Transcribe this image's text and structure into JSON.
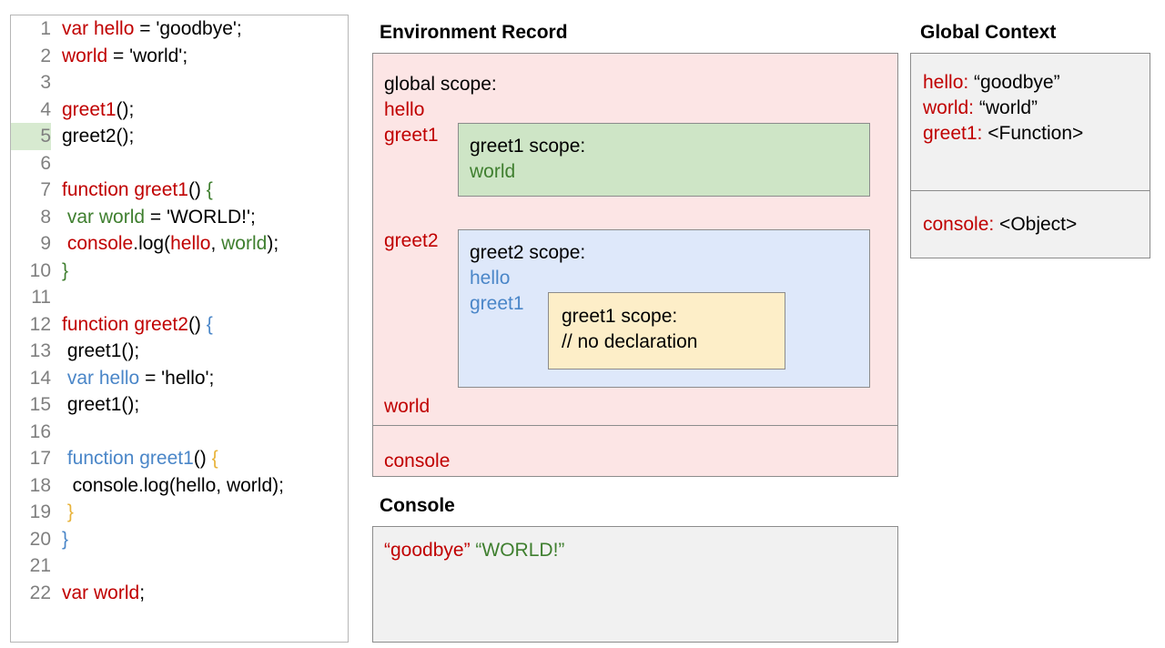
{
  "code_panel": {
    "lines": [
      {
        "num": "1",
        "highlight": false,
        "tokens": [
          {
            "t": "var hello",
            "c": "red"
          },
          {
            "t": " = 'goodbye';",
            "c": "black"
          }
        ]
      },
      {
        "num": "2",
        "highlight": false,
        "tokens": [
          {
            "t": "world",
            "c": "red"
          },
          {
            "t": " = 'world';",
            "c": "black"
          }
        ]
      },
      {
        "num": "3",
        "highlight": false,
        "tokens": []
      },
      {
        "num": "4",
        "highlight": false,
        "tokens": [
          {
            "t": "greet1",
            "c": "red"
          },
          {
            "t": "();",
            "c": "black"
          }
        ]
      },
      {
        "num": "5",
        "highlight": true,
        "tokens": [
          {
            "t": "greet2();",
            "c": "black"
          }
        ]
      },
      {
        "num": "6",
        "highlight": false,
        "tokens": []
      },
      {
        "num": "7",
        "highlight": false,
        "tokens": [
          {
            "t": "function greet1",
            "c": "red"
          },
          {
            "t": "() ",
            "c": "black"
          },
          {
            "t": "{",
            "c": "green"
          }
        ]
      },
      {
        "num": "8",
        "highlight": false,
        "tokens": [
          {
            "t": " ",
            "c": "black"
          },
          {
            "t": "var world",
            "c": "green"
          },
          {
            "t": " = 'WORLD!';",
            "c": "black"
          }
        ]
      },
      {
        "num": "9",
        "highlight": false,
        "tokens": [
          {
            "t": " ",
            "c": "black"
          },
          {
            "t": "console",
            "c": "red"
          },
          {
            "t": ".log(",
            "c": "black"
          },
          {
            "t": "hello",
            "c": "red"
          },
          {
            "t": ", ",
            "c": "black"
          },
          {
            "t": "world",
            "c": "green"
          },
          {
            "t": ");",
            "c": "black"
          }
        ]
      },
      {
        "num": "10",
        "highlight": false,
        "tokens": [
          {
            "t": "}",
            "c": "green"
          }
        ]
      },
      {
        "num": "11",
        "highlight": false,
        "tokens": []
      },
      {
        "num": "12",
        "highlight": false,
        "tokens": [
          {
            "t": "function greet2",
            "c": "red"
          },
          {
            "t": "() ",
            "c": "black"
          },
          {
            "t": "{",
            "c": "blue"
          }
        ]
      },
      {
        "num": "13",
        "highlight": false,
        "tokens": [
          {
            "t": " greet1();",
            "c": "black"
          }
        ]
      },
      {
        "num": "14",
        "highlight": false,
        "tokens": [
          {
            "t": " ",
            "c": "black"
          },
          {
            "t": "var hello",
            "c": "blue"
          },
          {
            "t": " = 'hello';",
            "c": "black"
          }
        ]
      },
      {
        "num": "15",
        "highlight": false,
        "tokens": [
          {
            "t": " greet1();",
            "c": "black"
          }
        ]
      },
      {
        "num": "16",
        "highlight": false,
        "tokens": []
      },
      {
        "num": "17",
        "highlight": false,
        "tokens": [
          {
            "t": " ",
            "c": "black"
          },
          {
            "t": "function greet1",
            "c": "blue"
          },
          {
            "t": "() ",
            "c": "black"
          },
          {
            "t": "{",
            "c": "yellow"
          }
        ]
      },
      {
        "num": "18",
        "highlight": false,
        "tokens": [
          {
            "t": "  console.log(hello, world);",
            "c": "black"
          }
        ]
      },
      {
        "num": "19",
        "highlight": false,
        "tokens": [
          {
            "t": " ",
            "c": "black"
          },
          {
            "t": "}",
            "c": "yellow"
          }
        ]
      },
      {
        "num": "20",
        "highlight": false,
        "tokens": [
          {
            "t": "}",
            "c": "blue"
          }
        ]
      },
      {
        "num": "21",
        "highlight": false,
        "tokens": []
      },
      {
        "num": "22",
        "highlight": false,
        "tokens": [
          {
            "t": "var world",
            "c": "red"
          },
          {
            "t": ";",
            "c": "black"
          }
        ]
      }
    ]
  },
  "environment_record": {
    "title": "Environment Record",
    "global_scope": {
      "title": "global scope:",
      "hello": "hello",
      "greet1": "greet1",
      "greet2": "greet2",
      "world": "world"
    },
    "greet1_scope": {
      "title": "greet1 scope:",
      "world": "world"
    },
    "greet2_scope": {
      "title": "greet2 scope:",
      "hello": "hello",
      "greet1": "greet1"
    },
    "greet1_nested_scope": {
      "title": "greet1 scope:",
      "note": "// no declaration"
    },
    "console_row": "console"
  },
  "console": {
    "title": "Console",
    "output_quoted": "“goodbye”",
    "output_second": "“WORLD!”"
  },
  "global_context": {
    "title": "Global Context",
    "rows": [
      {
        "key": "hello:",
        "value": " “goodbye”"
      },
      {
        "key": "world:",
        "value": " “world”"
      },
      {
        "key": "greet1:",
        "value": " <Function>"
      }
    ],
    "object_row": {
      "key": "console:",
      "value": " <Object>"
    }
  },
  "colors": {
    "env_record_bg": "#fce5e5",
    "greet1_scope_bg": "#cee5c6",
    "greet2_scope_bg": "#dee8fa",
    "greet1_nested_bg": "#fdeec8",
    "panel_bg": "#f1f1f1",
    "red": "#c00000",
    "green": "#3f7f2f",
    "blue": "#4a86c8",
    "yellow": "#e8b33a",
    "line_highlight": "#d7ead0",
    "border": "#8c8c8c"
  }
}
